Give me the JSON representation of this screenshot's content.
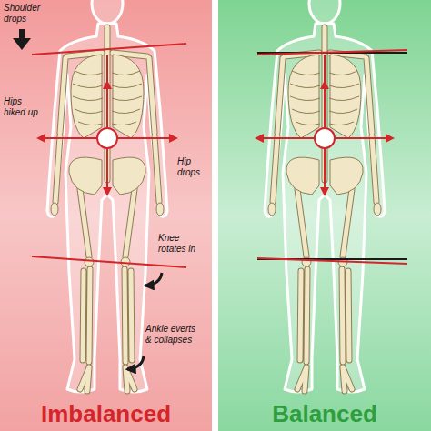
{
  "diagram": {
    "nodes": [
      {
        "text": [
          "Imbalanced"
        ]
      },
      {
        "text": [
          "Balanced"
        ]
      }
    ],
    "labels": [
      "Shoulder drops",
      "Hips hiked up",
      "Hip drops",
      "Knee rotates in",
      "Ankle everts & collapses"
    ]
  }
}
